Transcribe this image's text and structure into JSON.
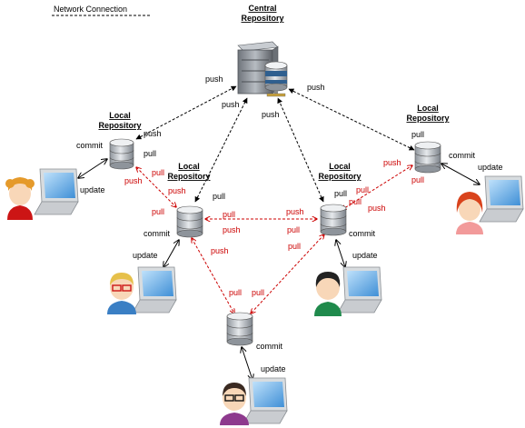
{
  "legend": {
    "label": "Network Connection"
  },
  "central": {
    "title_line1": "Central",
    "title_line2": "Repository"
  },
  "local_title": {
    "line1": "Local",
    "line2": "Repository"
  },
  "labels": {
    "push": "push",
    "pull": "pull",
    "commit": "commit",
    "update": "update"
  },
  "colors": {
    "network": "#000000",
    "peer": "#cc0000",
    "local_link": "#000000"
  },
  "icons": {
    "central_server": "server-tower-icon",
    "central_db": "database-icon",
    "local_db": "database-icon",
    "workstation": "laptop-icon",
    "user": "user-avatar-icon"
  }
}
